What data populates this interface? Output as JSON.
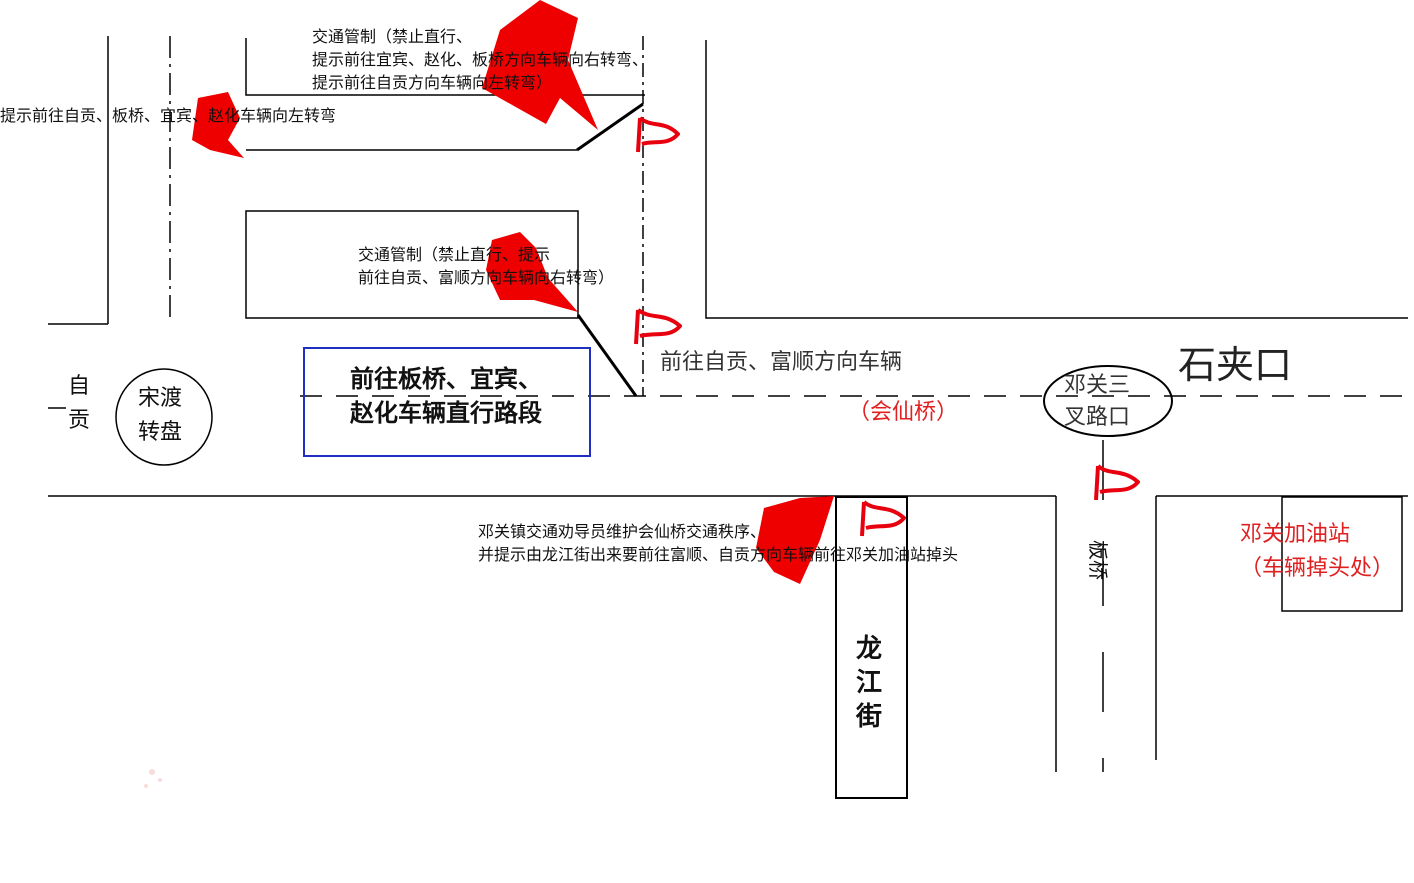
{
  "colors": {
    "flag": "#e8000f",
    "callout": "#ee0000",
    "road": "#000000",
    "route_box": "#1f2fbf",
    "red_text": "#e02020"
  },
  "callouts": {
    "top_line1": "交通管制（禁止直行、",
    "top_line2": "提示前往宜宾、赵化、板桥方向车辆向右转弯、",
    "top_line3": "提示前往自贡方向车辆向左转弯）",
    "left": "提示前往自贡、板桥、宜宾、赵化车辆向左转弯",
    "mid_line1": "交通管制（禁止直行、提示",
    "mid_line2": "前往自贡、富顺方向车辆向右转弯）",
    "bottom_line1": "邓关镇交通劝导员维护会仙桥交通秩序、",
    "bottom_line2": "并提示由龙江街出来要前往富顺、自贡方向车辆前往邓关加油站掉头"
  },
  "places": {
    "zigong_1": "自",
    "zigong_2": "贡",
    "roundabout_1": "宋渡",
    "roundabout_2": "转盘",
    "route_1": "前往板桥、宜宾、",
    "route_2": "赵化车辆直行路段",
    "direction": "前往自贡、富顺方向车辆",
    "bridge": "（会仙桥）",
    "shijiakou": "石夹口",
    "junction_1": "邓关三",
    "junction_2": "叉路口",
    "banqiao": "板桥",
    "station": "邓关加油站",
    "station_note": "（车辆掉头处）",
    "street_1": "龙",
    "street_2": "江",
    "street_3": "街"
  }
}
